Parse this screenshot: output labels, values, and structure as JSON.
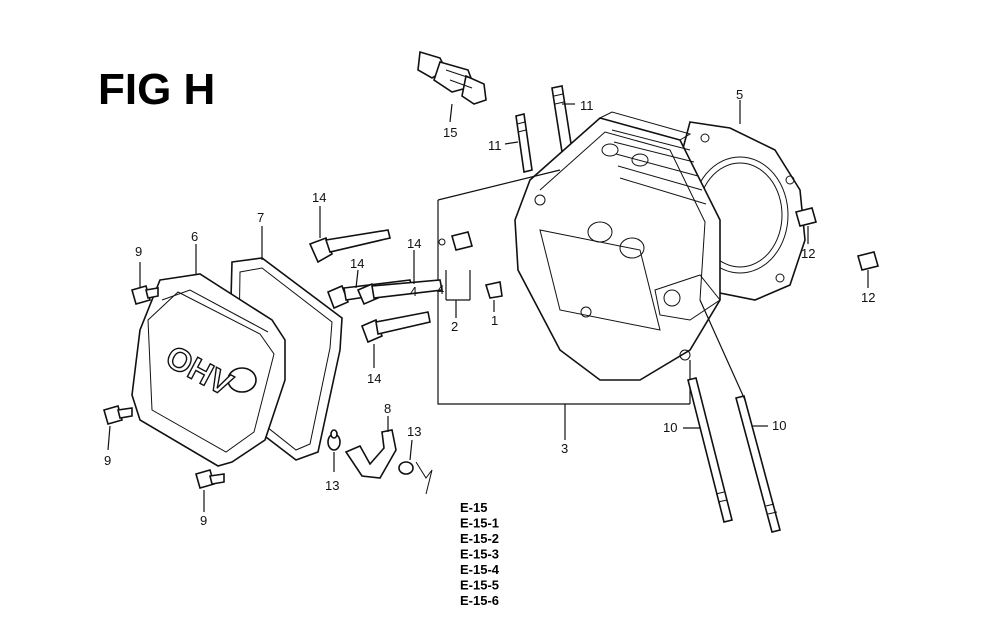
{
  "figure_title": "FIG H",
  "cover_text": "OHV",
  "part_labels": {
    "p1": "1",
    "p2": "2",
    "p3": "3",
    "p4a": "4",
    "p4b": "4",
    "p5": "5",
    "p6": "6",
    "p7": "7",
    "p8": "8",
    "p9a": "9",
    "p9b": "9",
    "p9c": "9",
    "p10a": "10",
    "p10b": "10",
    "p11a": "11",
    "p11b": "11",
    "p12a": "12",
    "p12b": "12",
    "p13a": "13",
    "p13b": "13",
    "p14a": "14",
    "p14b": "14",
    "p14c": "14",
    "p14d": "14",
    "p15": "15"
  },
  "reference_codes": [
    "E-15",
    "E-15-1",
    "E-15-2",
    "E-15-3",
    "E-15-4",
    "E-15-5",
    "E-15-6"
  ]
}
